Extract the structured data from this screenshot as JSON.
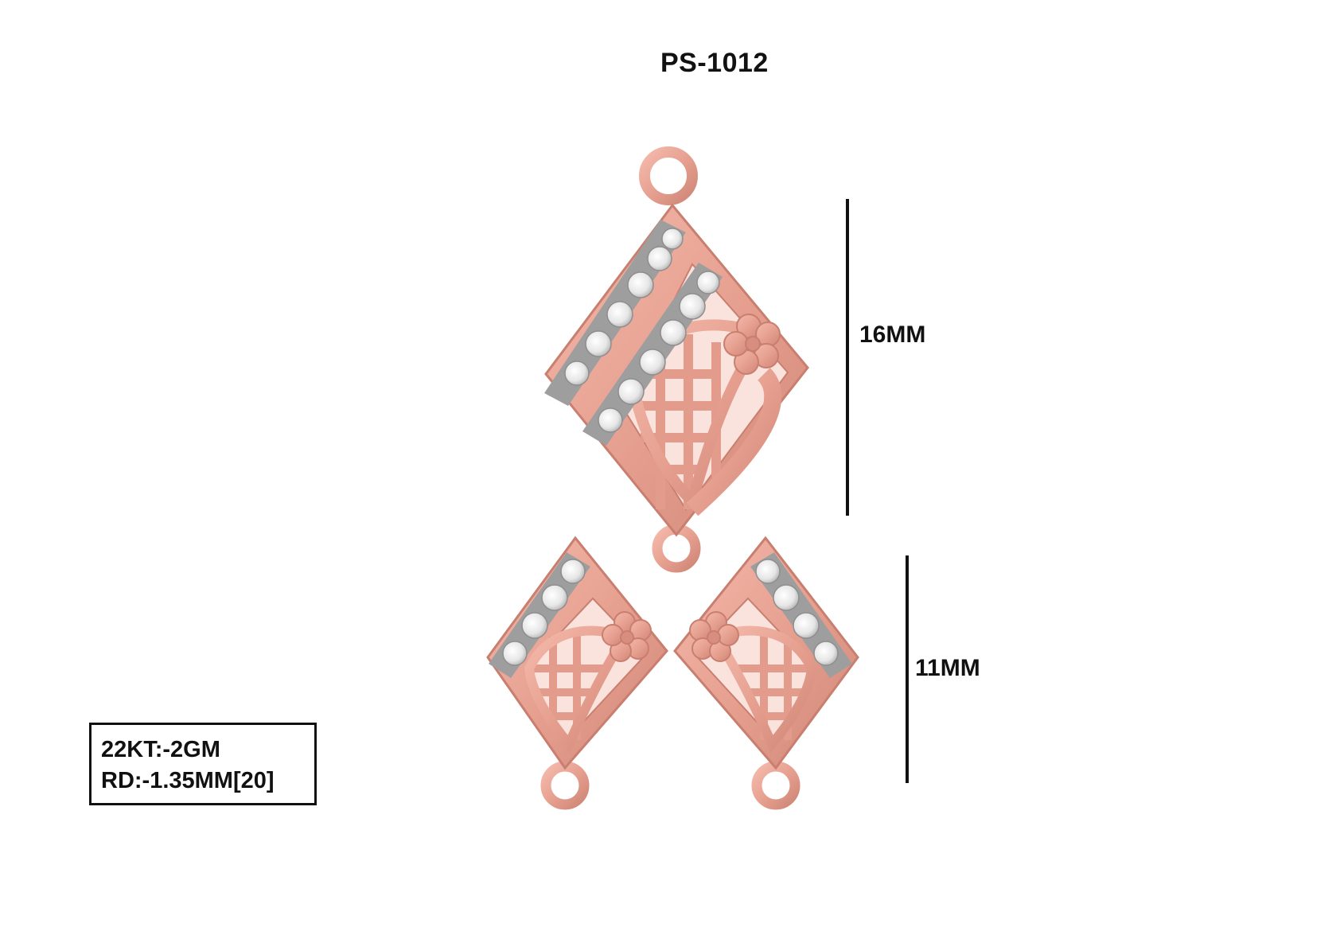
{
  "product_code": "PS-1012",
  "pendant": {
    "height_label": "16MM"
  },
  "earrings": {
    "height_label": "11MM"
  },
  "specs": {
    "gold": "22KT:-2GM",
    "diamonds": "RD:-1.35MM[20]"
  },
  "colors": {
    "rose_gold": "#e9a597",
    "rose_gold_shade": "#cf8676",
    "rose_gold_light": "#f6c6bb",
    "stone": "#f2f2f2",
    "setting": "#9b9b9b",
    "ink": "#111111"
  }
}
